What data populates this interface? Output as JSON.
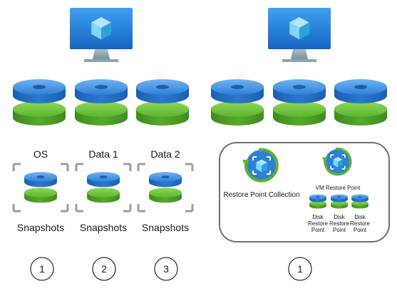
{
  "groups": [
    {
      "disks": [
        {
          "label": "OS",
          "caption": "Snapshots",
          "step": "1"
        },
        {
          "label": "Data 1",
          "caption": "Snapshots",
          "step": "2"
        },
        {
          "label": "Data 2",
          "caption": "Snapshots",
          "step": "3"
        }
      ]
    },
    {
      "collection_label": "Restore Point Collection",
      "vm_restore_point_label": "VM Restore Point",
      "disk_restore_points": [
        {
          "line1": "Disk",
          "line2": "Restore",
          "line3": "Point"
        },
        {
          "line1": "Disk",
          "line2": "Restore",
          "line3": "Point"
        },
        {
          "line1": "Disk",
          "line2": "Restore",
          "line3": "Point"
        }
      ],
      "step": "1"
    }
  ],
  "colors": {
    "disk_blue": "#2f7fd8",
    "disk_green": "#5bb52e",
    "monitor_blue": "#1e88e5",
    "cube": "#4fc3f7",
    "bracket": "#9e9e9e",
    "border": "#707070",
    "restore_arrow": "#5bb52e"
  }
}
